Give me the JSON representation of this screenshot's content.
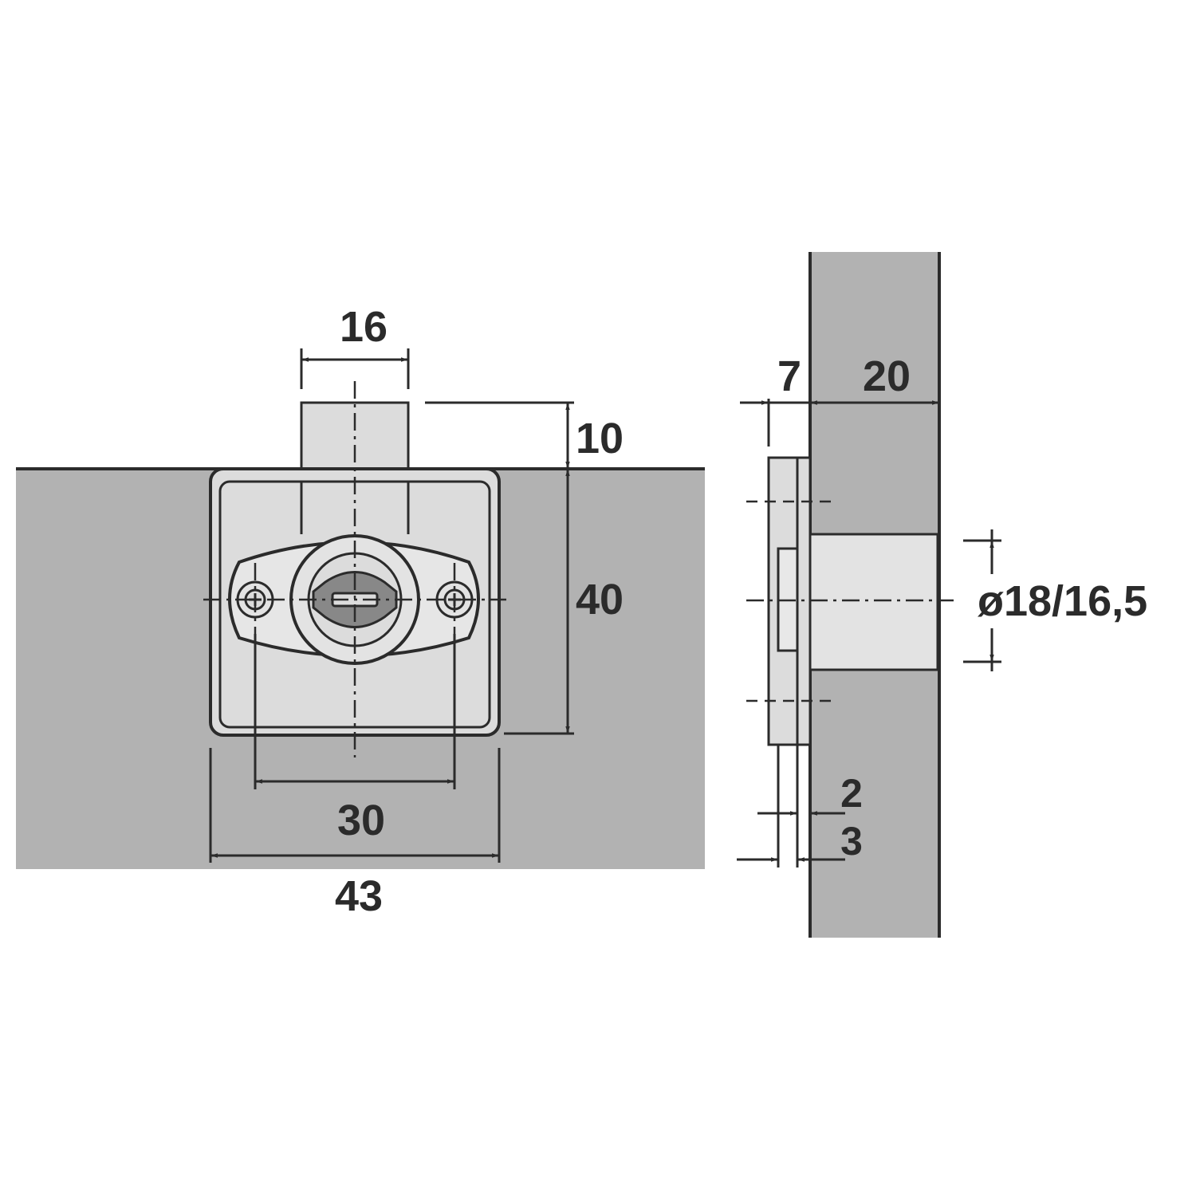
{
  "colors": {
    "panel": "#b2b2b2",
    "hardware": "#dcdcdc",
    "cylinder": "#e3e3e3",
    "core": "#888888",
    "line": "#2b2b2b"
  },
  "front_view": {
    "dim_bolt_width": "16",
    "dim_bolt_projection": "10",
    "dim_height": "40",
    "dim_screw_spacing": "30",
    "dim_width": "43"
  },
  "side_view": {
    "dim_plate_offset": "7",
    "dim_panel_thickness": "20",
    "dim_diameter": "ø18/16,5",
    "dim_small_top": "2",
    "dim_small_bottom": "3"
  }
}
